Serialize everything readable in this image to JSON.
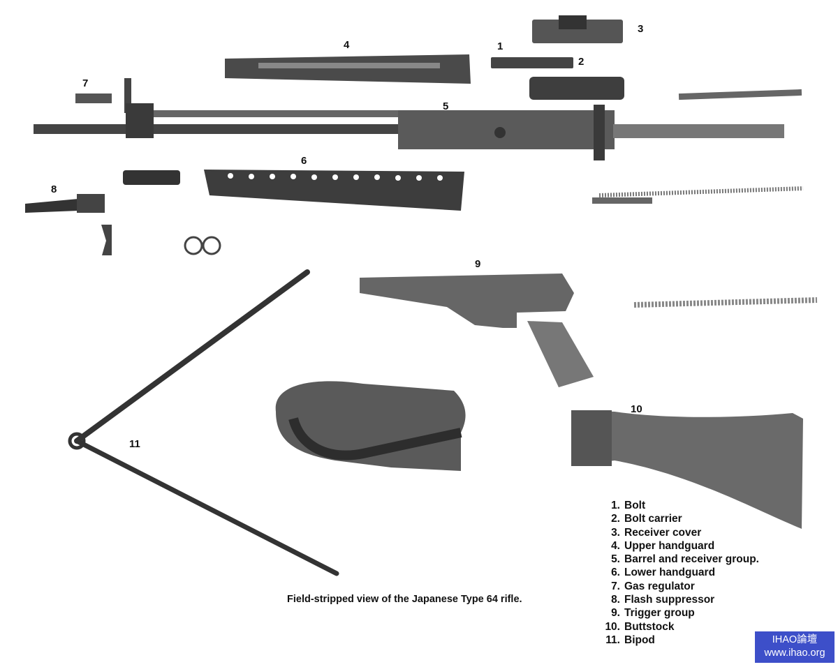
{
  "part_labels": [
    "1",
    "2",
    "3",
    "4",
    "5",
    "6",
    "7",
    "8",
    "9",
    "10",
    "11"
  ],
  "caption": "Field-stripped view of the Japanese Type 64 rifle.",
  "legend": [
    {
      "num": "1.",
      "text": "Bolt"
    },
    {
      "num": "2.",
      "text": "Bolt carrier"
    },
    {
      "num": "3.",
      "text": "Receiver cover"
    },
    {
      "num": "4.",
      "text": "Upper handguard"
    },
    {
      "num": "5.",
      "text": "Barrel and receiver group."
    },
    {
      "num": "6.",
      "text": "Lower handguard"
    },
    {
      "num": "7.",
      "text": "Gas regulator"
    },
    {
      "num": "8.",
      "text": "Flash suppressor"
    },
    {
      "num": "9.",
      "text": "Trigger group"
    },
    {
      "num": "10.",
      "text": "Buttstock"
    },
    {
      "num": "11.",
      "text": "Bipod"
    }
  ],
  "watermark": {
    "line1": "IHAO論壇",
    "line2": "www.ihao.org",
    "color": "#3d4fc9"
  }
}
